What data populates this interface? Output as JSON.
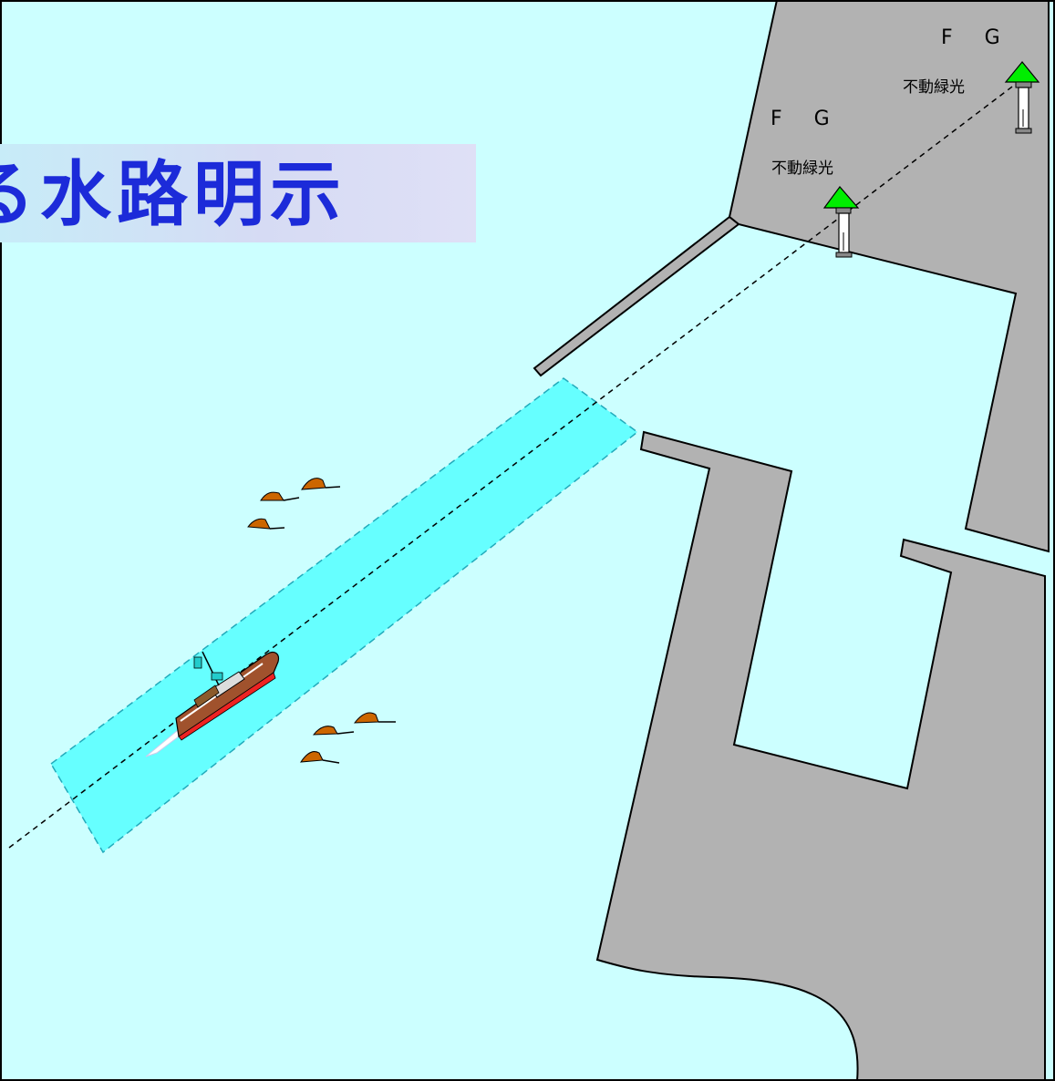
{
  "title": "る水路明示",
  "lights": [
    {
      "code": "F G",
      "name": "不動緑光",
      "color": "#00ee00"
    },
    {
      "code": "F G",
      "name": "不動緑光",
      "color": "#00ee00"
    }
  ],
  "colors": {
    "water": "#ccffff",
    "channel": "#66ffff",
    "land": "#b2b2b2",
    "title_text": "#1c2bd9",
    "rock": "#cc6600"
  },
  "icons": [
    "ship-icon",
    "rock-icon",
    "lighthouse-icon"
  ]
}
